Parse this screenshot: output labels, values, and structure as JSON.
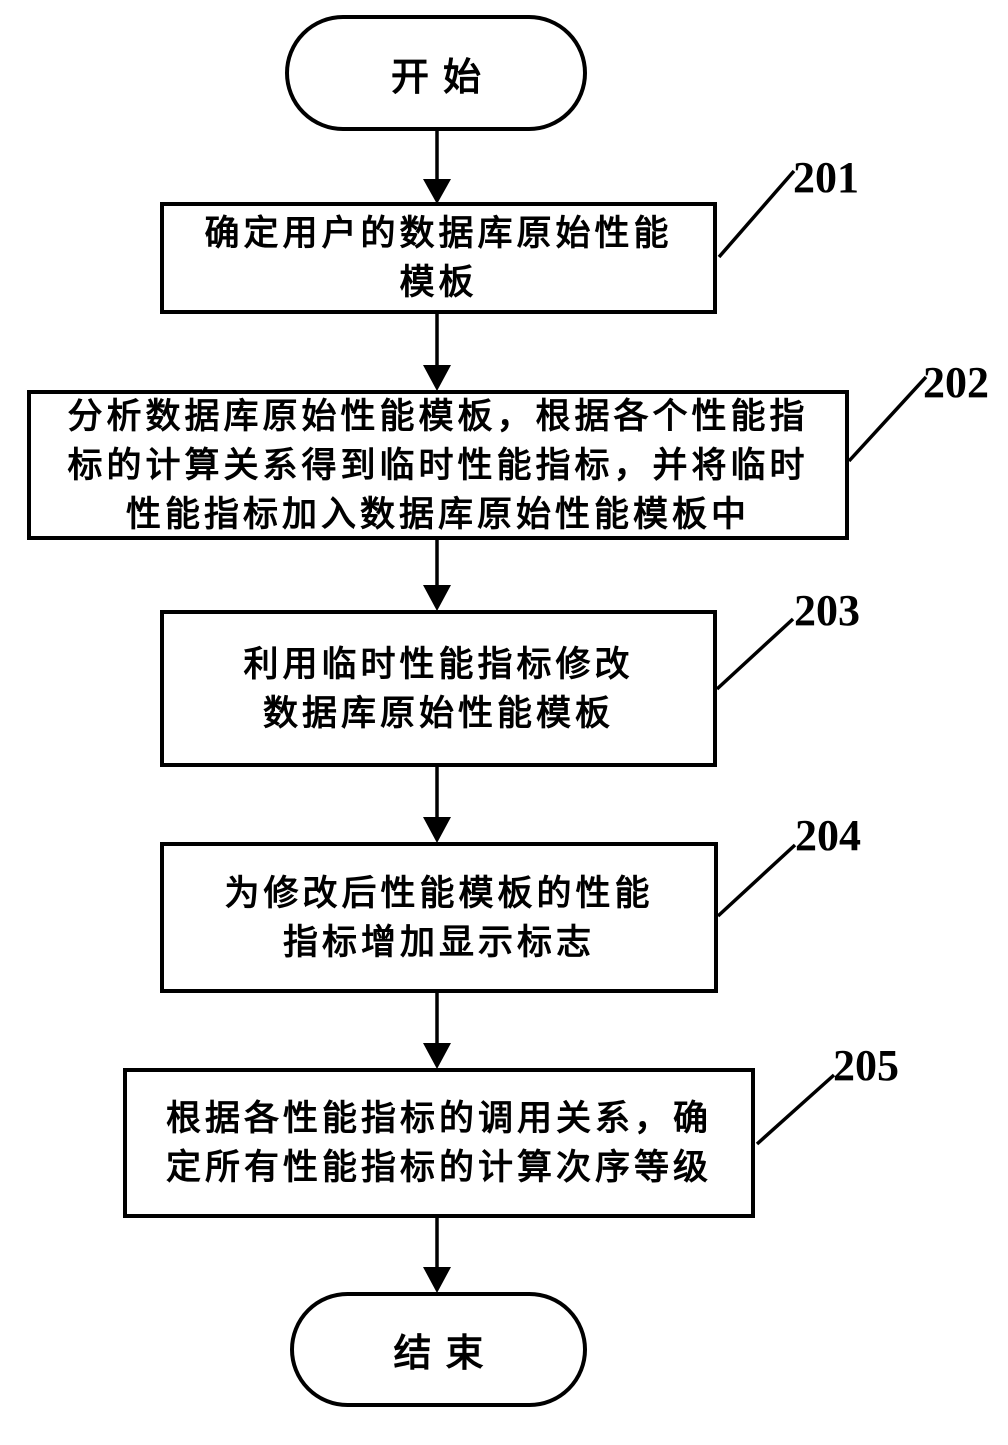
{
  "figure": {
    "type": "flowchart",
    "colors": {
      "ink": "#000000",
      "background": "#ffffff"
    },
    "start_label": "开始",
    "end_label": "结束",
    "steps": [
      {
        "ref": "201",
        "lines": [
          "确定用户的数据库原始性能",
          "模板"
        ]
      },
      {
        "ref": "202",
        "lines": [
          "分析数据库原始性能模板，根据各个性能指",
          "标的计算关系得到临时性能指标，并将临时",
          "性能指标加入数据库原始性能模板中"
        ]
      },
      {
        "ref": "203",
        "lines": [
          "利用临时性能指标修改",
          "数据库原始性能模板"
        ]
      },
      {
        "ref": "204",
        "lines": [
          "为修改后性能模板的性能",
          "指标增加显示标志"
        ]
      },
      {
        "ref": "205",
        "lines": [
          "根据各性能指标的调用关系，确",
          "定所有性能指标的计算次序等级"
        ]
      }
    ]
  }
}
